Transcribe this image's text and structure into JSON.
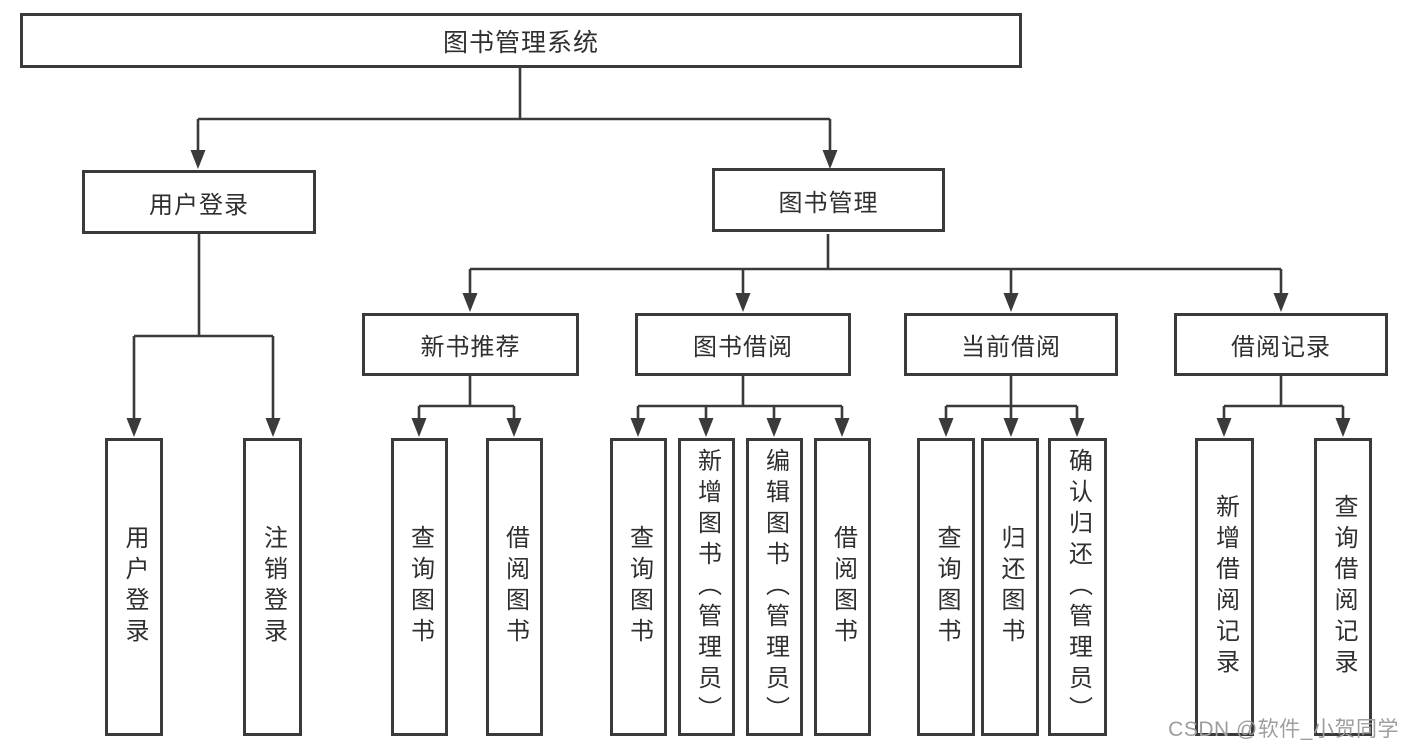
{
  "diagram_type": "tree-diagram",
  "tree": {
    "root": {
      "label": "图书管理系统",
      "children": [
        {
          "label": "用户登录",
          "children": [
            {
              "label": "用户登录"
            },
            {
              "label": "注销登录"
            }
          ]
        },
        {
          "label": "图书管理",
          "children": [
            {
              "label": "新书推荐",
              "children": [
                {
                  "label": "查询图书"
                },
                {
                  "label": "借阅图书"
                }
              ]
            },
            {
              "label": "图书借阅",
              "children": [
                {
                  "label": "查询图书"
                },
                {
                  "label": "新增图书（管理员）"
                },
                {
                  "label": "编辑图书（管理员）"
                },
                {
                  "label": "借阅图书"
                }
              ]
            },
            {
              "label": "当前借阅",
              "children": [
                {
                  "label": "查询图书"
                },
                {
                  "label": "归还图书"
                },
                {
                  "label": "确认归还（管理员）"
                }
              ]
            },
            {
              "label": "借阅记录",
              "children": [
                {
                  "label": "新增借阅记录"
                },
                {
                  "label": "查询借阅记录"
                }
              ]
            }
          ]
        }
      ]
    }
  },
  "watermark": {
    "text": "CSDN @软件_小贺同学"
  },
  "colors": {
    "line": "#3a3a3a",
    "text": "#2f2f2f",
    "watermark": "#9e9e9e",
    "background": "#ffffff"
  }
}
